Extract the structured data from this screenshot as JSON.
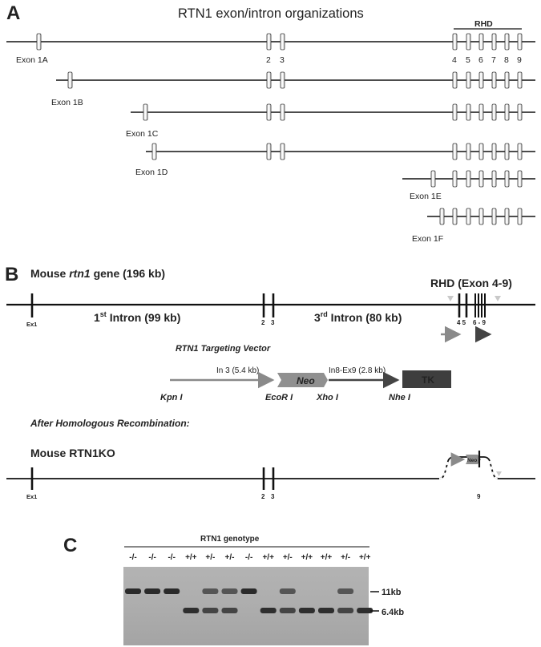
{
  "panel_a": {
    "letter": "A",
    "title": "RTN1 exon/intron organizations",
    "rhd_label": "RHD",
    "exon_labels": {
      "e1a": "Exon 1A",
      "e1b": "Exon 1B",
      "e1c": "Exon 1C",
      "e1d": "Exon 1D",
      "e1e": "Exon 1E",
      "e1f": "Exon 1F"
    },
    "exon_numbers": [
      "2",
      "3",
      "4",
      "5",
      "6",
      "7",
      "8",
      "9"
    ]
  },
  "panel_b": {
    "letter": "B",
    "gene_prefix": "Mouse ",
    "gene_name": "rtn1",
    "gene_suffix": " gene (196 kb)",
    "rhd_label": "RHD (Exon 4-9)",
    "intron1_pre": "1",
    "intron1_sup": "st",
    "intron1_post": " Intron (99 kb)",
    "intron3_pre": "3",
    "intron3_sup": "rd",
    "intron3_post": " Intron (80 kb)",
    "ex1": "Ex1",
    "num2": "2",
    "num3": "3",
    "num45": "4 5",
    "num69": "6 - 9",
    "vector_title": "RTN1 Targeting Vector",
    "in3_label": "In 3 (5.4 kb)",
    "in8_label": "In8-Ex9 (2.8 kb)",
    "neo": "Neo",
    "tk": "TK",
    "kpn": "Kpn I",
    "ecor": "EcoR I",
    "xho": "Xho I",
    "nhe": "Nhe I",
    "after_hr": "After Homologous Recombination:",
    "ko_title": "Mouse RTN1KO",
    "ko_neo": "Neo",
    "num9": "9"
  },
  "panel_c": {
    "letter": "C",
    "title": "RTN1 genotype",
    "genotypes": [
      "-/-",
      "-/-",
      "-/-",
      "+/+",
      "+/-",
      "+/-",
      "-/-",
      "+/+",
      "+/-",
      "+/+",
      "+/+",
      "+/-",
      "+/+"
    ],
    "band_11kb": "11kb",
    "band_64kb": "6.4kb"
  }
}
